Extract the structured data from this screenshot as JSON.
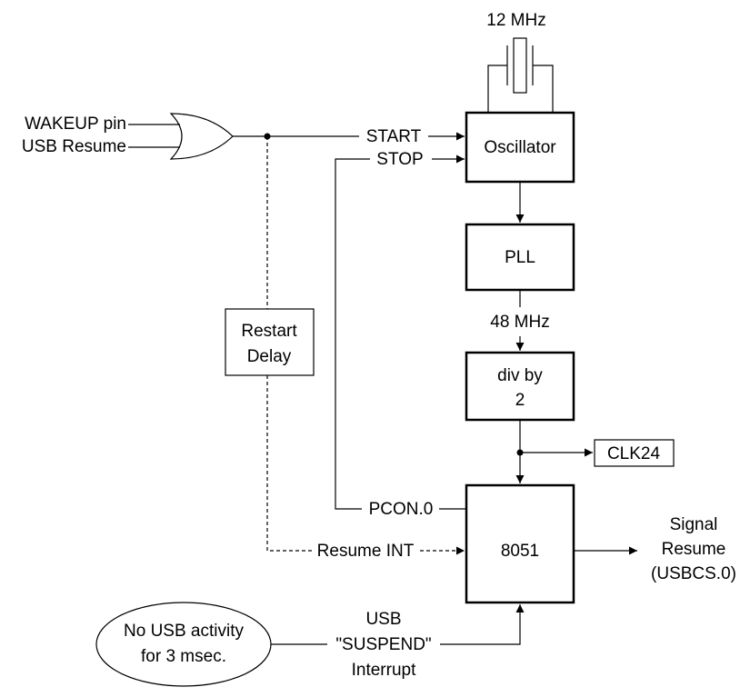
{
  "diagram": {
    "inputs": {
      "wakeup_pin": "WAKEUP pin",
      "usb_resume": "USB Resume"
    },
    "crystal": {
      "freq_label": "12 MHz"
    },
    "signals": {
      "start": "START",
      "stop": "STOP",
      "pcon": "PCON.0",
      "resume_int": "Resume INT",
      "pll_out_freq": "48 MHz"
    },
    "blocks": {
      "oscillator": "Oscillator",
      "pll": "PLL",
      "div_line1": "div by",
      "div_line2": "2",
      "cpu": "8051",
      "restart_line1": "Restart",
      "restart_line2": "Delay",
      "clk24": "CLK24"
    },
    "output": {
      "line1": "Signal",
      "line2": "Resume",
      "line3": "(USBCS.0)"
    },
    "suspend_source": {
      "line1": "No USB activity",
      "line2": "for 3 msec."
    },
    "interrupt": {
      "line1": "USB",
      "line2": "\"SUSPEND\"",
      "line3": "Interrupt"
    }
  }
}
